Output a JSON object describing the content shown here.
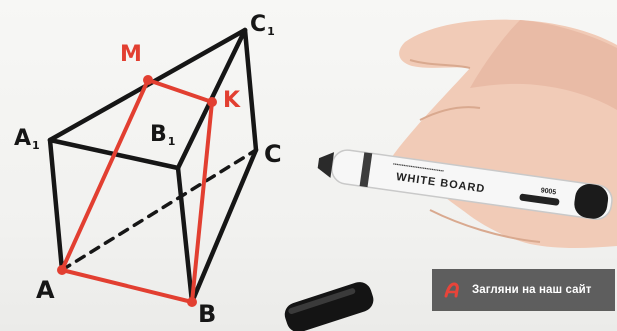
{
  "scene": {
    "description_free": true
  },
  "labels": {
    "c1": {
      "main": "C",
      "sub": "1"
    },
    "m": {
      "main": "M"
    },
    "k": {
      "main": "K"
    },
    "a1": {
      "main": "A",
      "sub": "1"
    },
    "b1": {
      "main": "B",
      "sub": "1"
    },
    "c": {
      "main": "C"
    },
    "a": {
      "main": "A"
    },
    "b": {
      "main": "B"
    }
  },
  "marker": {
    "brand": "WHITE BOARD",
    "model": "9005"
  },
  "badge": {
    "text": "Загляни на наш сайт"
  },
  "colors": {
    "ink": "#161616",
    "red": "#e23f31",
    "badge_bg": "#3e3e3e"
  }
}
